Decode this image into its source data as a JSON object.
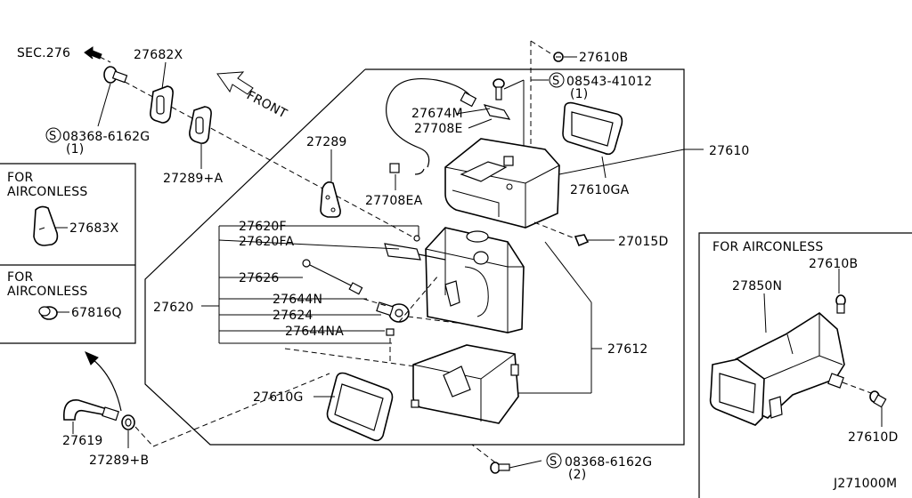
{
  "labels": {
    "sec276": "SEC.276",
    "front": "FRONT",
    "p27682X": "27682X",
    "p08368_6162G_a": "08368-6162G",
    "p08368_6162G_a_qty": "(1)",
    "p27289A": "27289+A",
    "p27289": "27289",
    "p27674M": "27674M",
    "p27708E": "27708E",
    "p27708EA": "27708EA",
    "p27610B_top": "27610B",
    "p08543_41012": "08543-41012",
    "p08543_41012_qty": "(1)",
    "p27610GA": "27610GA",
    "p27610": "27610",
    "p27015D": "27015D",
    "p27620F": "27620F",
    "p27620FA": "27620FA",
    "p27626": "27626",
    "p27644N": "27644N",
    "p27624": "27624",
    "p27644NA": "27644NA",
    "p27620": "27620",
    "p27612": "27612",
    "p27610G": "27610G",
    "p27619": "27619",
    "p27289B": "27289+B",
    "p08368_6162G_b": "08368-6162G",
    "p08368_6162G_b_qty": "(2)",
    "p27683X": "27683X",
    "p67816Q": "67816Q",
    "p27850N": "27850N",
    "p27610B_right": "27610B",
    "p27610D": "27610D",
    "diagram_code": "J271000M",
    "s_mark": "S"
  },
  "insets": {
    "aircon_a_line1": "FOR",
    "aircon_a_line2": "AIRCONLESS",
    "aircon_b_line1": "FOR",
    "aircon_b_line2": "AIRCONLESS",
    "aircon_c": "FOR AIRCONLESS"
  }
}
